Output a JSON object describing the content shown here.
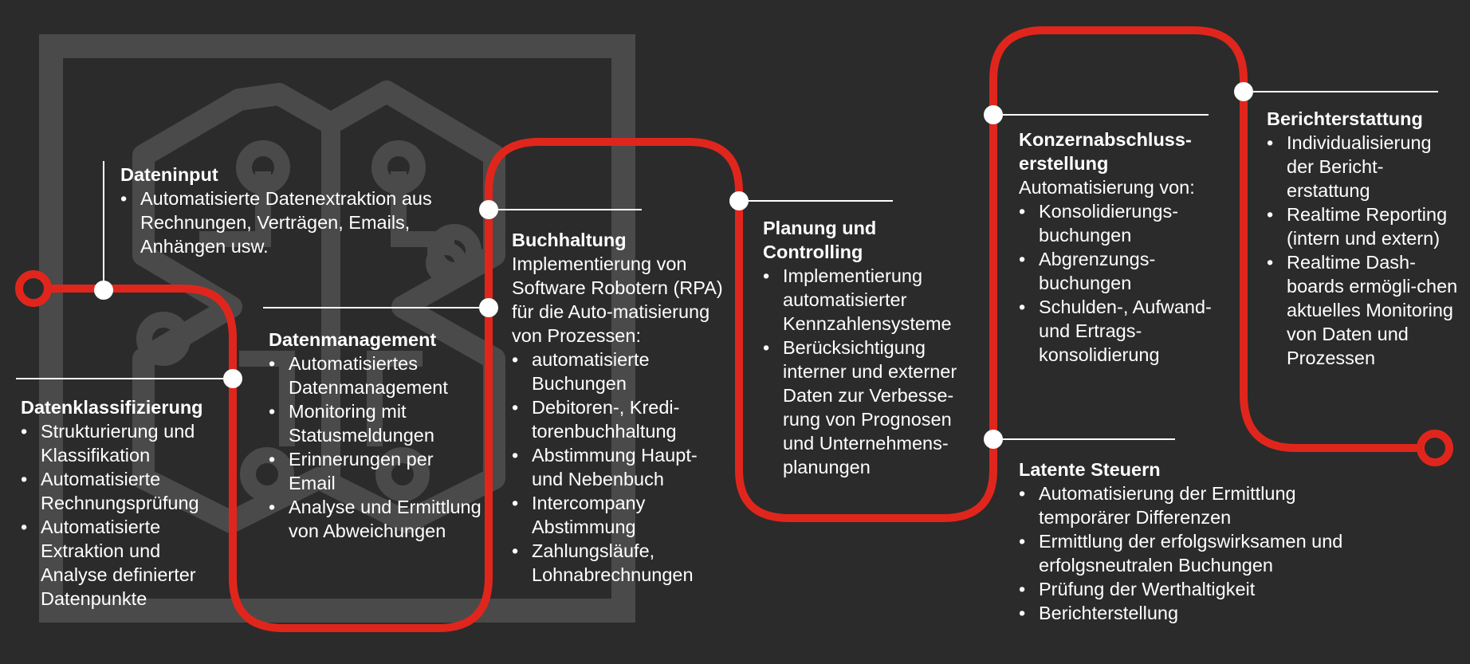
{
  "colors": {
    "background": "#2b2b2b",
    "route": "#e0261c",
    "text": "#ffffff",
    "watermark": "#4a4a4a"
  },
  "watermark_icon": "robot-head-circuit-icon",
  "stations": {
    "dateninput": {
      "title": "Dateninput",
      "items": [
        "Automatisierte Datenextraktion aus Rechnungen, Verträgen, Emails, Anhängen usw."
      ]
    },
    "datenklassifizierung": {
      "title": "Datenklassifizierung",
      "items": [
        "Strukturierung und Klassifikation",
        "Automatisierte Rechnungsprüfung",
        "Automatisierte Extraktion und Analyse definierter Datenpunkte"
      ]
    },
    "datenmanagement": {
      "title": "Datenmanagement",
      "items": [
        "Automatisiertes Datenmanagement",
        "Monitoring mit Statusmeldungen",
        "Erinnerungen per Email",
        "Analyse und Ermittlung von Abweichungen"
      ]
    },
    "buchhaltung": {
      "title": "Buchhaltung",
      "desc": "Implementierung von Software Robotern (RPA) für die Auto-matisierung von Prozessen:",
      "items": [
        "automatisierte Buchungen",
        "Debitoren-, Kredi-torenbuchhaltung",
        "Abstimmung Haupt- und Nebenbuch",
        "Intercompany Abstimmung",
        "Zahlungsläufe, Lohnabrechnungen"
      ]
    },
    "planung": {
      "title": "Planung und Controlling",
      "items": [
        "Implementierung automatisierter Kennzahlensysteme",
        "Berücksichtigung interner und externer Daten zur Verbesse-rung von Prognosen und Unternehmens-planungen"
      ]
    },
    "konzern": {
      "title": "Konzernabschluss-erstellung",
      "desc": "Automatisierung von:",
      "items": [
        "Konsolidierungs-buchungen",
        "Abgrenzungs-buchungen",
        "Schulden-, Aufwand- und Ertrags-konsolidierung"
      ]
    },
    "latente": {
      "title": "Latente Steuern",
      "items": [
        "Automatisierung der Ermittlung temporärer Differenzen",
        "Ermittlung der erfolgswirksamen und erfolgsneutralen Buchungen",
        "Prüfung der Werthaltigkeit",
        "Berichterstellung"
      ]
    },
    "bericht": {
      "title": "Berichterstattung",
      "items": [
        "Individualisierung der Bericht-erstattung",
        "Realtime Reporting (intern und extern)",
        "Realtime Dash-boards ermögli-chen aktuelles Monitoring von Daten und Prozessen"
      ]
    }
  }
}
